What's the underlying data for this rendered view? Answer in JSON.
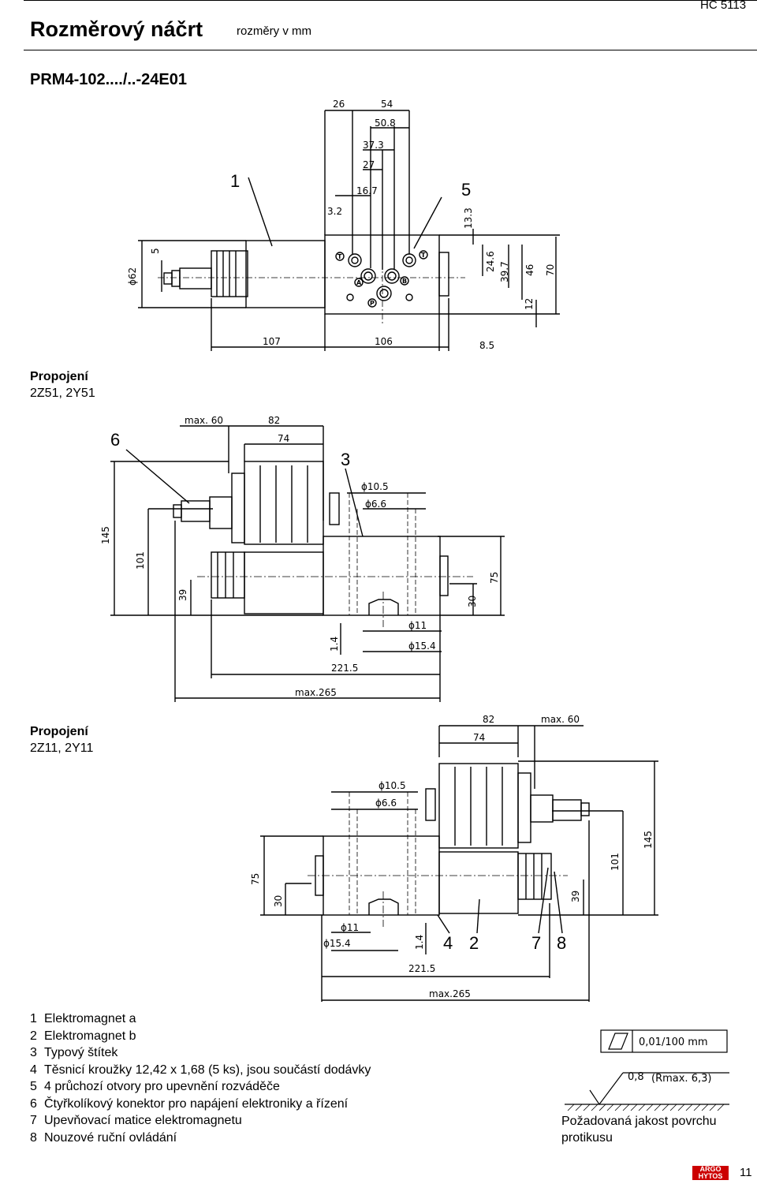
{
  "header": {
    "title": "Rozměrový náčrt",
    "subtitle": "rozměry v mm",
    "code": "HC 5113"
  },
  "model": "PRM4-102..../..-24E01",
  "sections": [
    {
      "heading": "Propojení",
      "variants": "2Z51, 2Y51"
    },
    {
      "heading": "Propojení",
      "variants": "2Z11, 2Y11"
    }
  ],
  "drawing1": {
    "callouts": [
      "1",
      "5"
    ],
    "dims": [
      "26",
      "54",
      "50.8",
      "37.3",
      "27",
      "16.7",
      "3.2",
      "13.3",
      "5",
      "ϕ62",
      "24.6",
      "39.7",
      "46",
      "70",
      "12",
      "107",
      "106",
      "8.5"
    ],
    "ports": [
      "T",
      "T",
      "A",
      "B",
      "P"
    ]
  },
  "drawing2": {
    "callouts": [
      "6",
      "3"
    ],
    "dims": [
      "max. 60",
      "82",
      "74",
      "ϕ10.5",
      "ϕ6.6",
      "145",
      "101",
      "39",
      "30",
      "75",
      "ϕ11",
      "ϕ15.4",
      "1.4",
      "221.5",
      "max.265"
    ]
  },
  "drawing3": {
    "callouts": [
      "4",
      "2",
      "7",
      "8"
    ],
    "dims": [
      "82",
      "max. 60",
      "74",
      "ϕ10.5",
      "ϕ6.6",
      "75",
      "30",
      "145",
      "101",
      "39",
      "ϕ11",
      "ϕ15.4",
      "1.4",
      "221.5",
      "max.265"
    ]
  },
  "legend": [
    {
      "num": "1",
      "text": "Elektromagnet a"
    },
    {
      "num": "2",
      "text": "Elektromagnet b"
    },
    {
      "num": "3",
      "text": "Typový štítek"
    },
    {
      "num": "4",
      "text": "Těsnicí kroužky 12,42 x 1,68 (5 ks), jsou součástí dodávky"
    },
    {
      "num": "5",
      "text": "4 průchozí otvory pro upevnění rozváděče"
    },
    {
      "num": "6",
      "text": "Čtyřkolíkový konektor pro napájení elektroniky a řízení"
    },
    {
      "num": "7",
      "text": "Upevňovací matice elektromagnetu"
    },
    {
      "num": "8",
      "text": "Nouzové ruční ovládání"
    }
  ],
  "surface": {
    "flatness": "0,01/100 mm",
    "roughness_value": "0,8",
    "roughness_max": "(Rmax. 6,3)",
    "caption_line1": "Požadovaná jakost povrchu",
    "caption_line2": "protikusu"
  },
  "footer": {
    "brand_top": "ARGO",
    "brand_bottom": "HYTOS",
    "page": "11"
  }
}
